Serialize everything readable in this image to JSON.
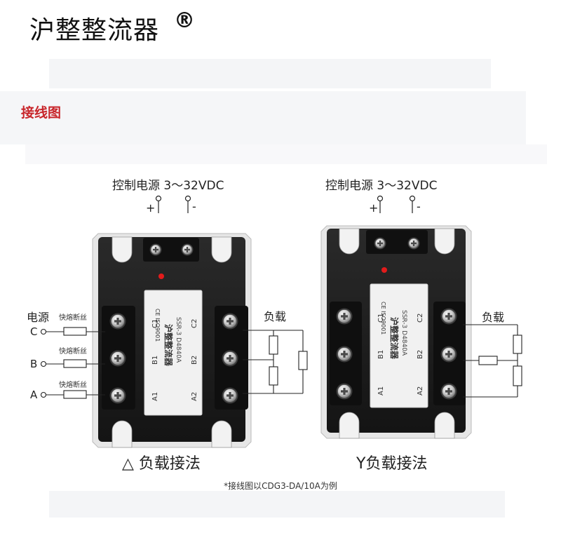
{
  "brand": {
    "name": "沪整整流器",
    "registered": "®"
  },
  "section_title": "接线图",
  "diagrams": [
    {
      "caption": "△ 负载接法",
      "power_label": "控制电源 3～32VDC",
      "plus": "+",
      "minus": "-",
      "source_label": "电源",
      "phases": [
        "C",
        "B",
        "A"
      ],
      "fuse_labels": [
        "快熔断丝",
        "快熔断丝",
        "快熔断丝"
      ],
      "load_label": "负载",
      "terminals_left": [
        "C1",
        "B1",
        "A1"
      ],
      "terminals_right": [
        "C2",
        "B2",
        "A2"
      ],
      "plate": {
        "brand": "沪整整流器",
        "model": "SSR-3 D4840A",
        "mark": "CE ISO9001"
      }
    },
    {
      "caption": "Y负载接法",
      "power_label": "控制电源 3～32VDC",
      "plus": "+",
      "minus": "-",
      "load_label": "负载",
      "terminals_left": [
        "C1",
        "B1",
        "A1"
      ],
      "terminals_right": [
        "C2",
        "B2",
        "A2"
      ],
      "plate": {
        "brand": "沪整整流器",
        "model": "SSR-3 D4840A",
        "mark": "CE ISO9001"
      }
    }
  ],
  "footnote": "*接线图以CDG3-DA/10A为例",
  "colors": {
    "accent": "#c8262b",
    "relay_body": "#1c1c1c",
    "plate": "#f1f1f1",
    "led": "#e21b1b"
  }
}
